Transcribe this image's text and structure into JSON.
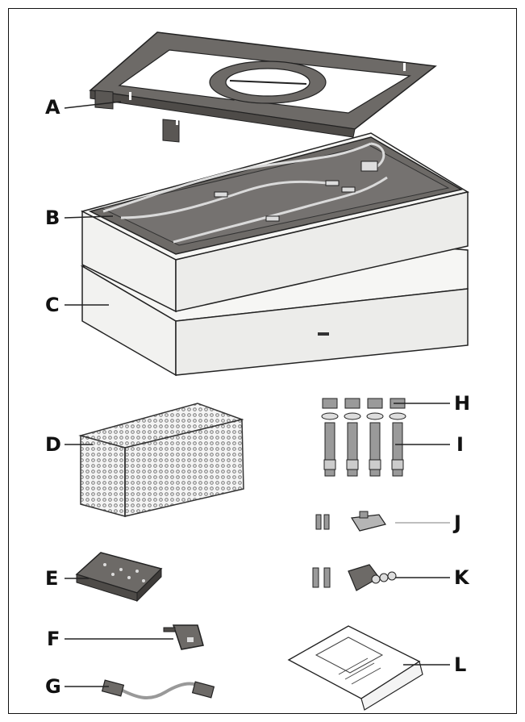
{
  "labels": {
    "a": "A",
    "b": "B",
    "c": "C",
    "d": "D",
    "e": "E",
    "f": "F",
    "g": "G",
    "h": "H",
    "i": "I",
    "j": "J",
    "k": "K",
    "l": "L"
  },
  "colors": {
    "outline": "#222222",
    "plate": "#6d6a67",
    "box_face": "#eeeeec",
    "box_side": "#f7f7f5",
    "grey": "#9a9a9a"
  }
}
